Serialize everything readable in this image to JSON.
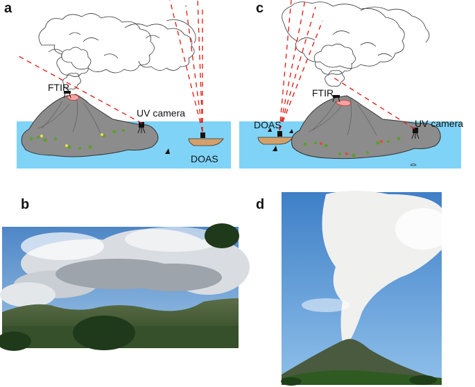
{
  "panels": {
    "a": {
      "letter": "a",
      "labels": {
        "ftir": "FTIR",
        "uv": "UV camera",
        "doas": "DOAS"
      }
    },
    "b": {
      "letter": "b"
    },
    "c": {
      "letter": "c",
      "labels": {
        "ftir": "FTIR",
        "uv": "UV camera",
        "doas": "DOAS"
      }
    },
    "d": {
      "letter": "d"
    }
  },
  "colors": {
    "water": "#7fd3f7",
    "island": "#8c8c8c",
    "beam": "#e0221b",
    "boat": "#d4a06a",
    "plume_line": "#333333"
  }
}
